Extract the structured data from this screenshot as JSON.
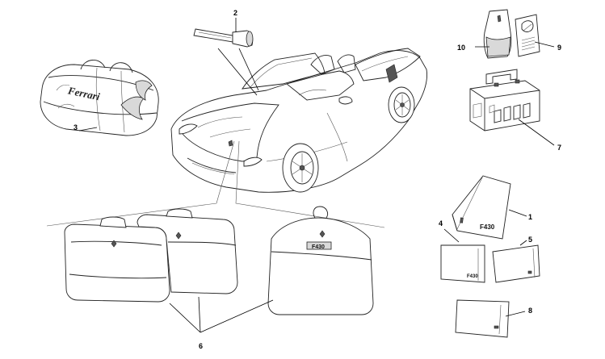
{
  "diagram": {
    "callouts": [
      {
        "id": "1",
        "label": "1"
      },
      {
        "id": "2",
        "label": "2"
      },
      {
        "id": "3",
        "label": "3"
      },
      {
        "id": "4",
        "label": "4"
      },
      {
        "id": "5",
        "label": "5"
      },
      {
        "id": "6",
        "label": "6"
      },
      {
        "id": "7",
        "label": "7"
      },
      {
        "id": "8",
        "label": "8"
      },
      {
        "id": "9",
        "label": "9"
      },
      {
        "id": "10",
        "label": "10"
      }
    ],
    "printed_marks": {
      "bag_logo": "Ferrari",
      "manual_model": "F430",
      "booklet_model": "F430",
      "garment_bag_model": "F430"
    }
  }
}
